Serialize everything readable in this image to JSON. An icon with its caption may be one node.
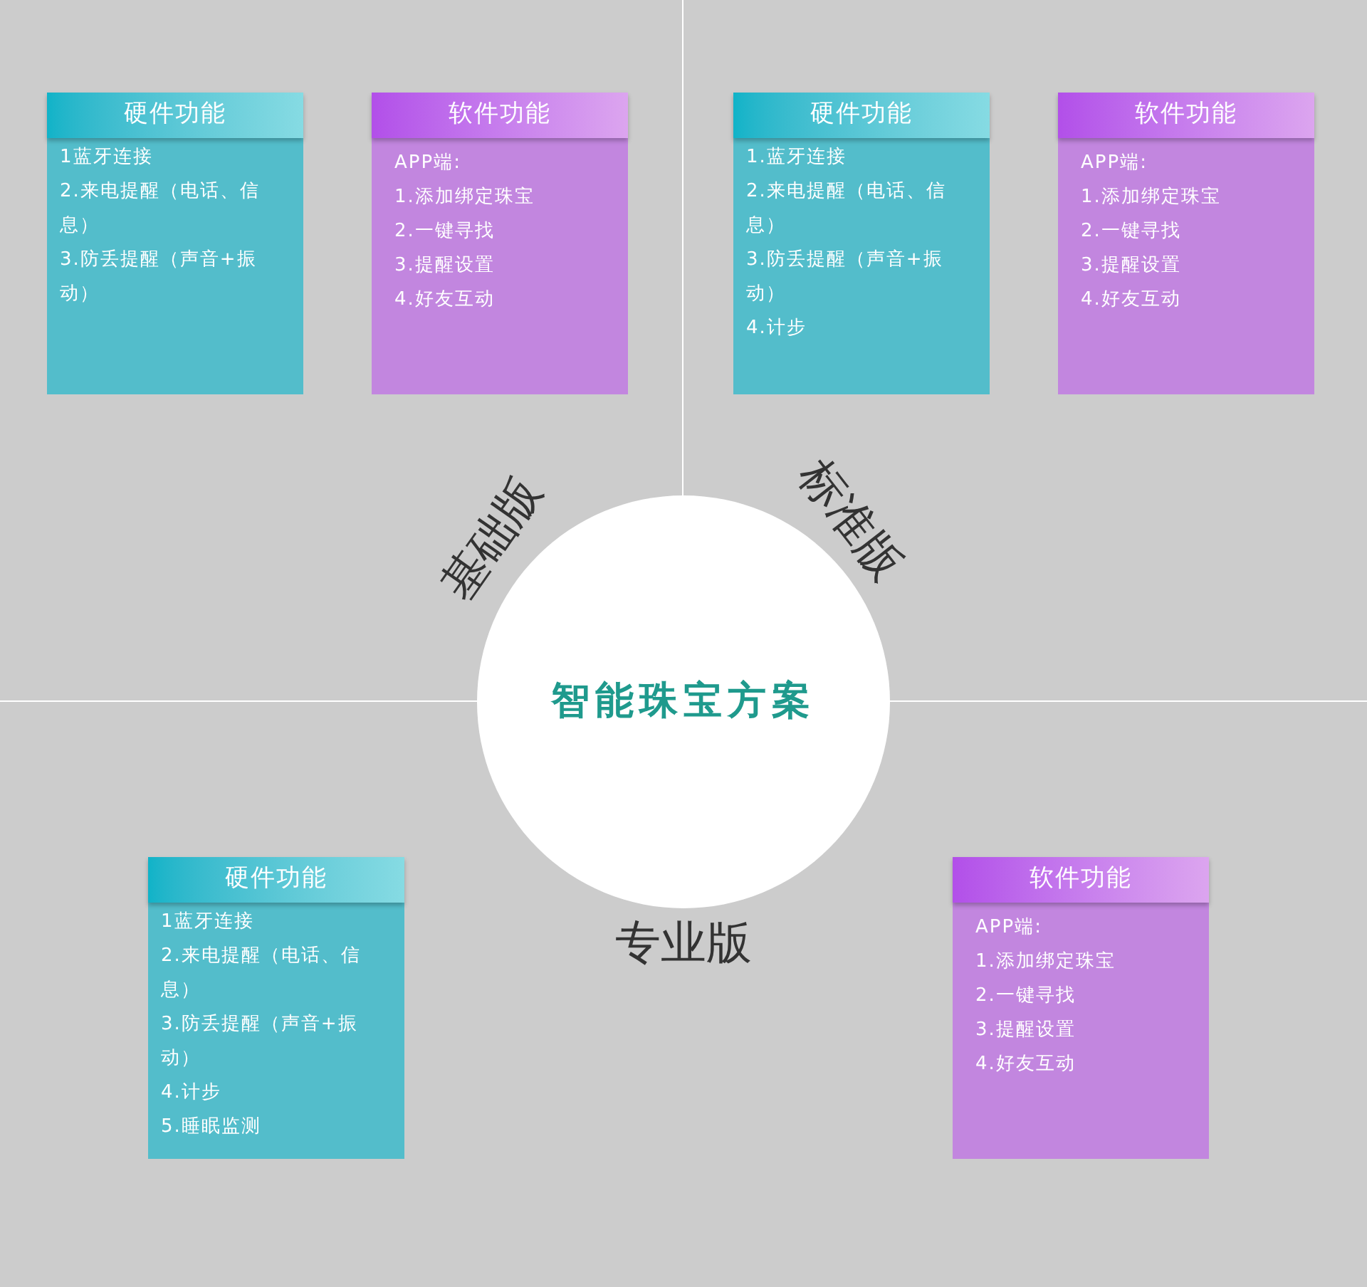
{
  "diagram": {
    "nodes": [
      {
        "text": [
          "智能珠宝方案"
        ]
      },
      {
        "text": [
          "硬件功能",
          "1蓝牙连接",
          "2.来电提醒（电话、信息）",
          "3.防丢提醒（声音+振动）"
        ]
      },
      {
        "text": [
          "软件功能",
          "APP端:",
          "1.添加绑定珠宝",
          "2.一键寻找",
          "3.提醒设置",
          "4.好友互动"
        ]
      },
      {
        "text": [
          "硬件功能",
          "1.蓝牙连接",
          "2.来电提醒（电话、信息）",
          "3.防丢提醒（声音+振动）",
          "4.计步"
        ]
      },
      {
        "text": [
          "软件功能",
          "APP端:",
          "1.添加绑定珠宝",
          "2.一键寻找",
          "3.提醒设置",
          "4.好友互动"
        ]
      },
      {
        "text": [
          "硬件功能",
          "1蓝牙连接",
          "2.来电提醒（电话、信息）",
          "3.防丢提醒（声音+振动）",
          "4.计步",
          "5.睡眠监测"
        ]
      },
      {
        "text": [
          "软件功能",
          "APP端:",
          "1.添加绑定珠宝",
          "2.一键寻找",
          "3.提醒设置",
          "4.好友互动"
        ]
      }
    ],
    "labels": [
      "基础版",
      "标准版",
      "专业版"
    ]
  }
}
